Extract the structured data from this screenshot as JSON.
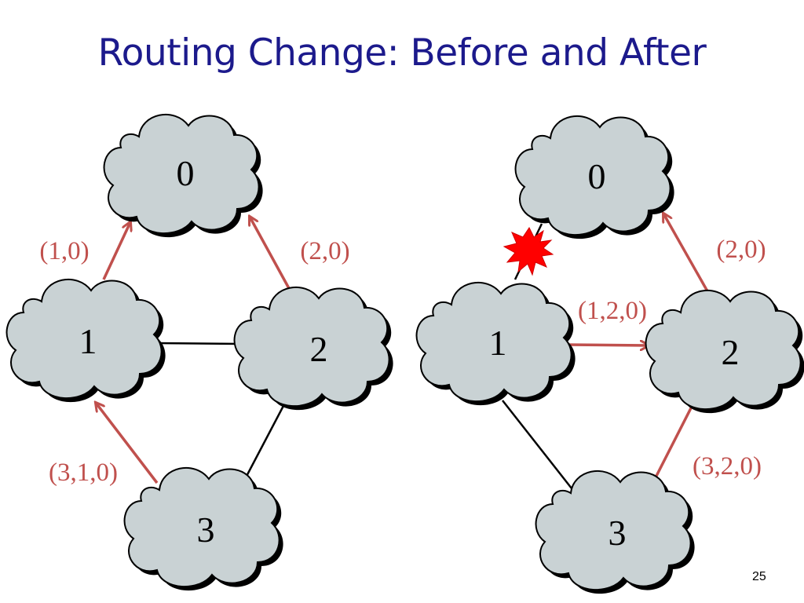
{
  "slide": {
    "title": "Routing Change: Before and After",
    "page_number": "25"
  },
  "colors": {
    "title": "#1c1a8c",
    "route_arrow": "#c0504d",
    "cloud_fill": "#c9d2d4",
    "link": "#000000",
    "failure_burst": "#ff0000"
  },
  "diagrams": {
    "before": {
      "nodes": [
        "0",
        "1",
        "2",
        "3"
      ],
      "route_labels": [
        "(1,0)",
        "(2,0)",
        "(3,1,0)"
      ]
    },
    "after": {
      "nodes": [
        "0",
        "1",
        "2",
        "3"
      ],
      "route_labels": [
        "(2,0)",
        "(1,2,0)",
        "(3,2,0)"
      ],
      "failed_link": "1-0"
    }
  }
}
